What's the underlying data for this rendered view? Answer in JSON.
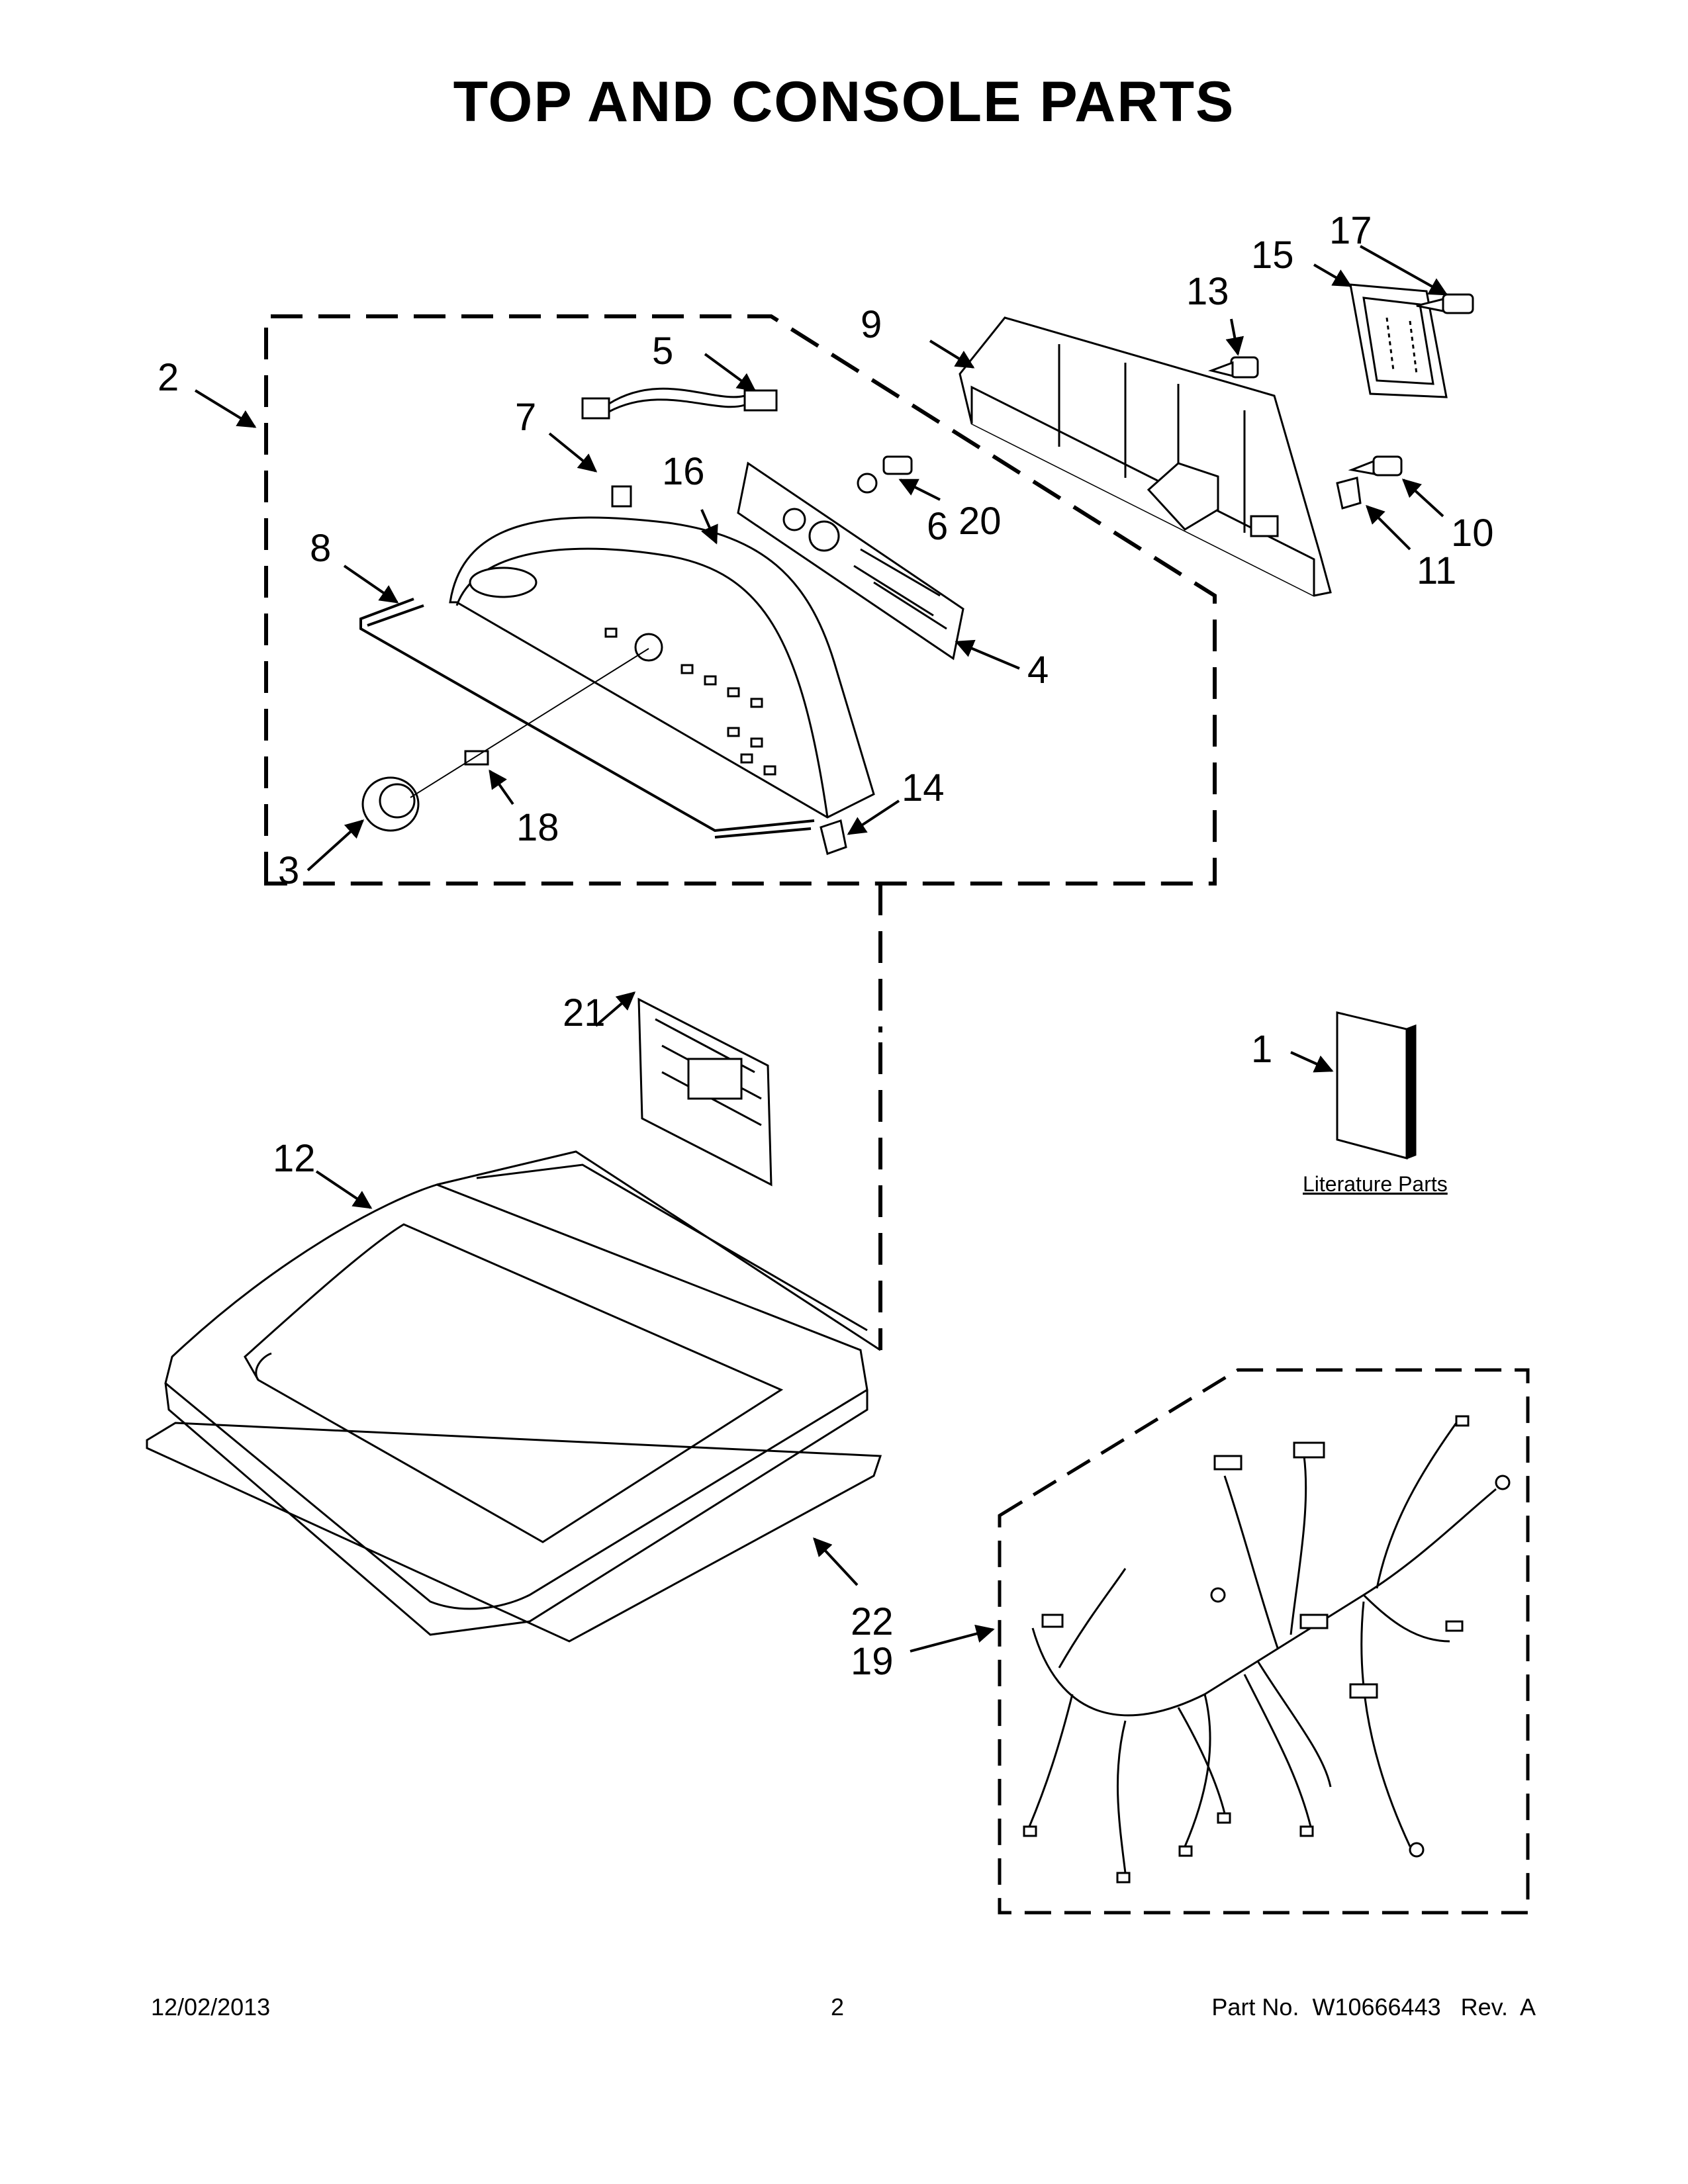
{
  "title": "TOP AND CONSOLE PARTS",
  "callouts": {
    "c1": "1",
    "c2": "2",
    "c3": "3",
    "c4": "4",
    "c5": "5",
    "c6": "6",
    "c7": "7",
    "c8": "8",
    "c9": "9",
    "c10": "10",
    "c11": "11",
    "c12": "12",
    "c13": "13",
    "c14": "14",
    "c15": "15",
    "c16": "16",
    "c17": "17",
    "c18": "18",
    "c19": "19",
    "c20": "20",
    "c21": "21",
    "c22": "22"
  },
  "literature_label": "Literature Parts",
  "footer": {
    "date": "12/02/2013",
    "page": "2",
    "part_no": "Part No.  W10666443   Rev.  A"
  }
}
